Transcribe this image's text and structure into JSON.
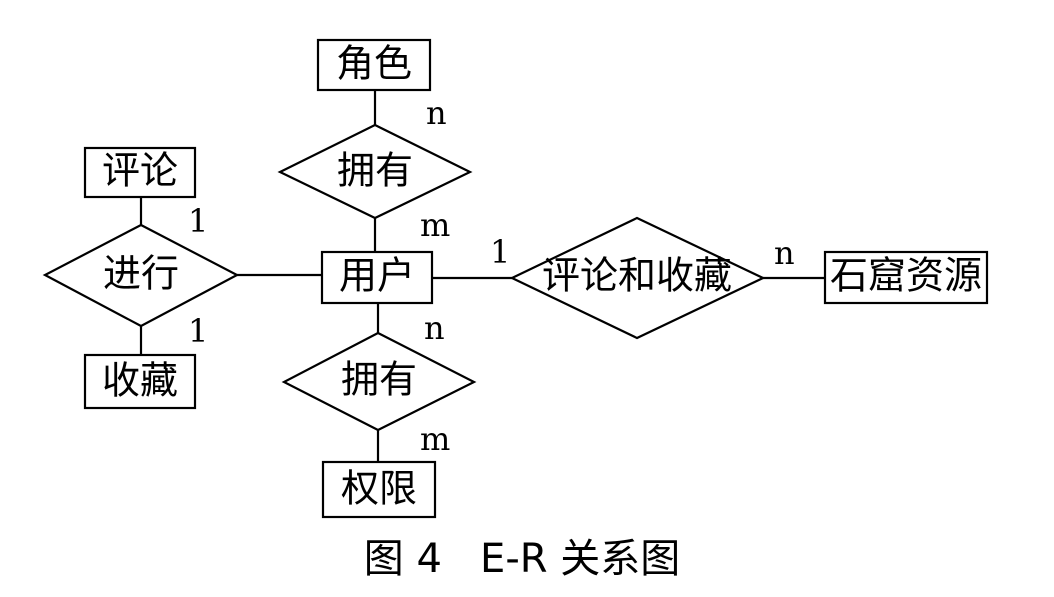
{
  "entities": {
    "role": "角色",
    "comment": "评论",
    "collect": "收藏",
    "user": "用户",
    "permission": "权限",
    "grotto_resource": "石窟资源"
  },
  "relationships": {
    "has_role": "拥有",
    "perform": "进行",
    "has_permission": "拥有",
    "comment_and_collect": "评论和收藏"
  },
  "cardinalities": {
    "role_side": "n",
    "user_role_side": "m",
    "comment_side": "1",
    "collect_side": "1",
    "user_perm_side": "n",
    "permission_side": "m",
    "user_resource_side": "1",
    "resource_side": "n"
  },
  "caption": "图 4   E-R 关系图"
}
